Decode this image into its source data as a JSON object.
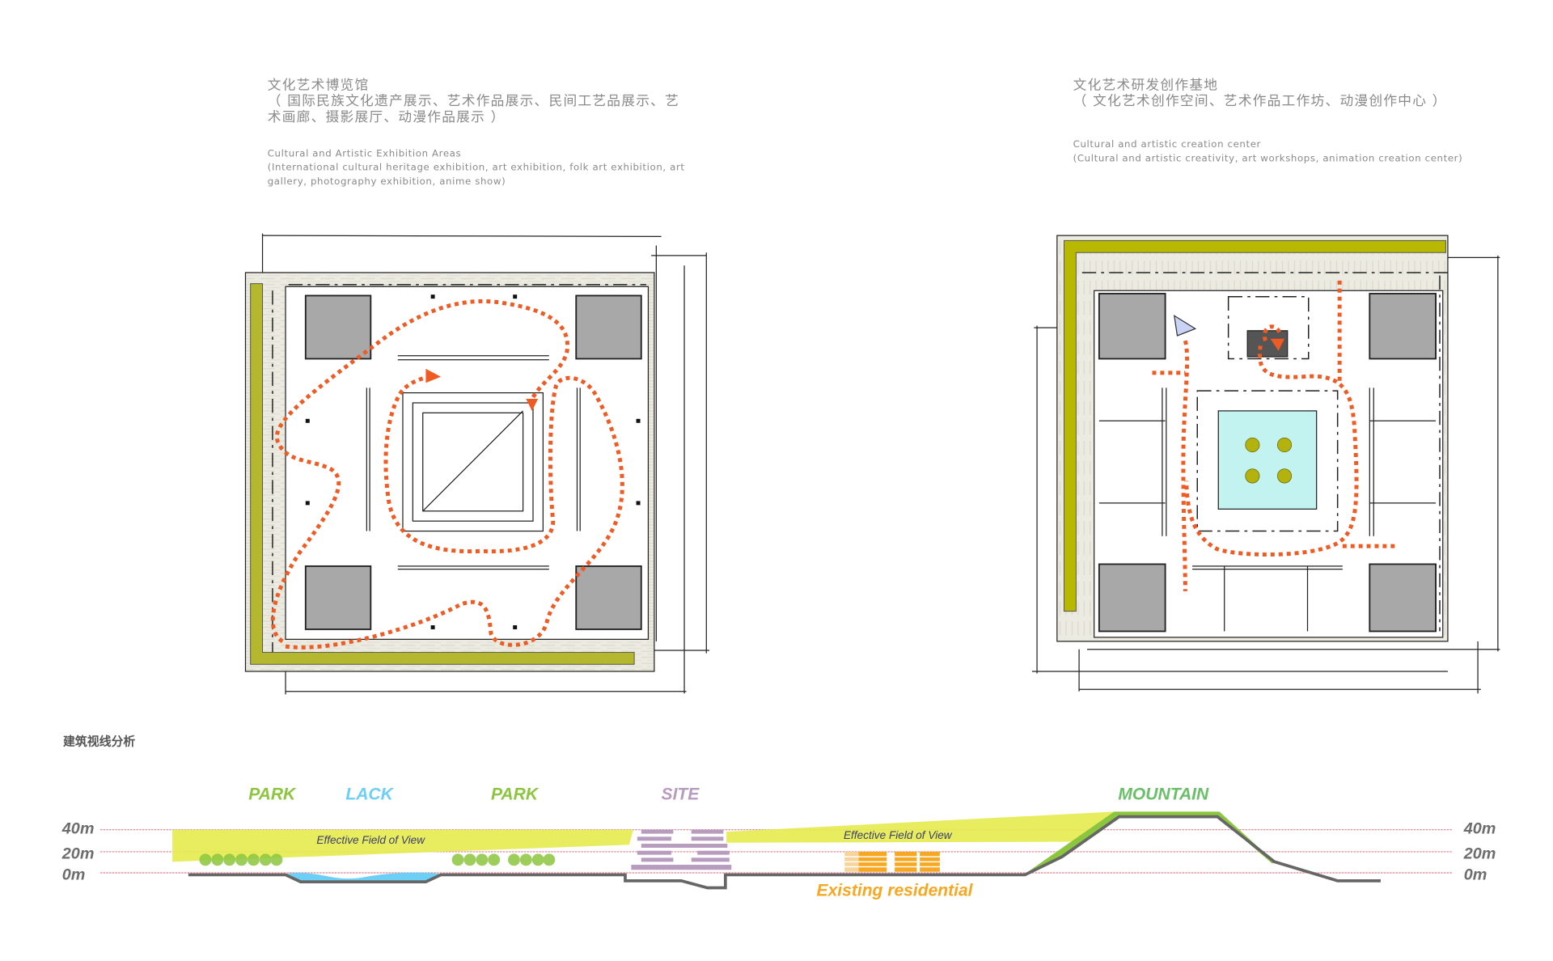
{
  "left_block": {
    "title_cn": "文化艺术博览馆",
    "desc_cn_line1": "（ 国际民族文化遗产展示、艺术作品展示、民间工艺品展示、艺",
    "desc_cn_line2": "术画廊、摄影展厅、动漫作品展示 ）",
    "title_en": "Cultural and Artistic Exhibition Areas",
    "desc_en_line1": "(International cultural heritage exhibition, art exhibition, folk art exhibition, art",
    "desc_en_line2": "gallery, photography exhibition, anime show)"
  },
  "right_block": {
    "title_cn": "文化艺术研发创作基地",
    "desc_cn": "（ 文化艺术创作空间、艺术作品工作坊、动漫创作中心 ）",
    "title_en": "Cultural and artistic creation center",
    "desc_en": "(Cultural and artistic creativity, art workshops, animation creation center)"
  },
  "section": {
    "title": "建筑视线分析",
    "labels": {
      "park1": "PARK",
      "lake": "LACK",
      "park2": "PARK",
      "site": "SITE",
      "mountain": "MOUNTAIN",
      "residential": "Existing residential"
    },
    "field_of_view": "Effective Field of View",
    "heights": [
      "40m",
      "20m",
      "0m"
    ]
  },
  "colors": {
    "path": "#f05a23",
    "wall_green": "#b5b82e",
    "park": "#8cc63f",
    "lake": "#6ccff6",
    "site": "#b79cc0",
    "mountain": "#6abf69",
    "residential": "#f7a823",
    "fov": "#e6eb4f"
  }
}
